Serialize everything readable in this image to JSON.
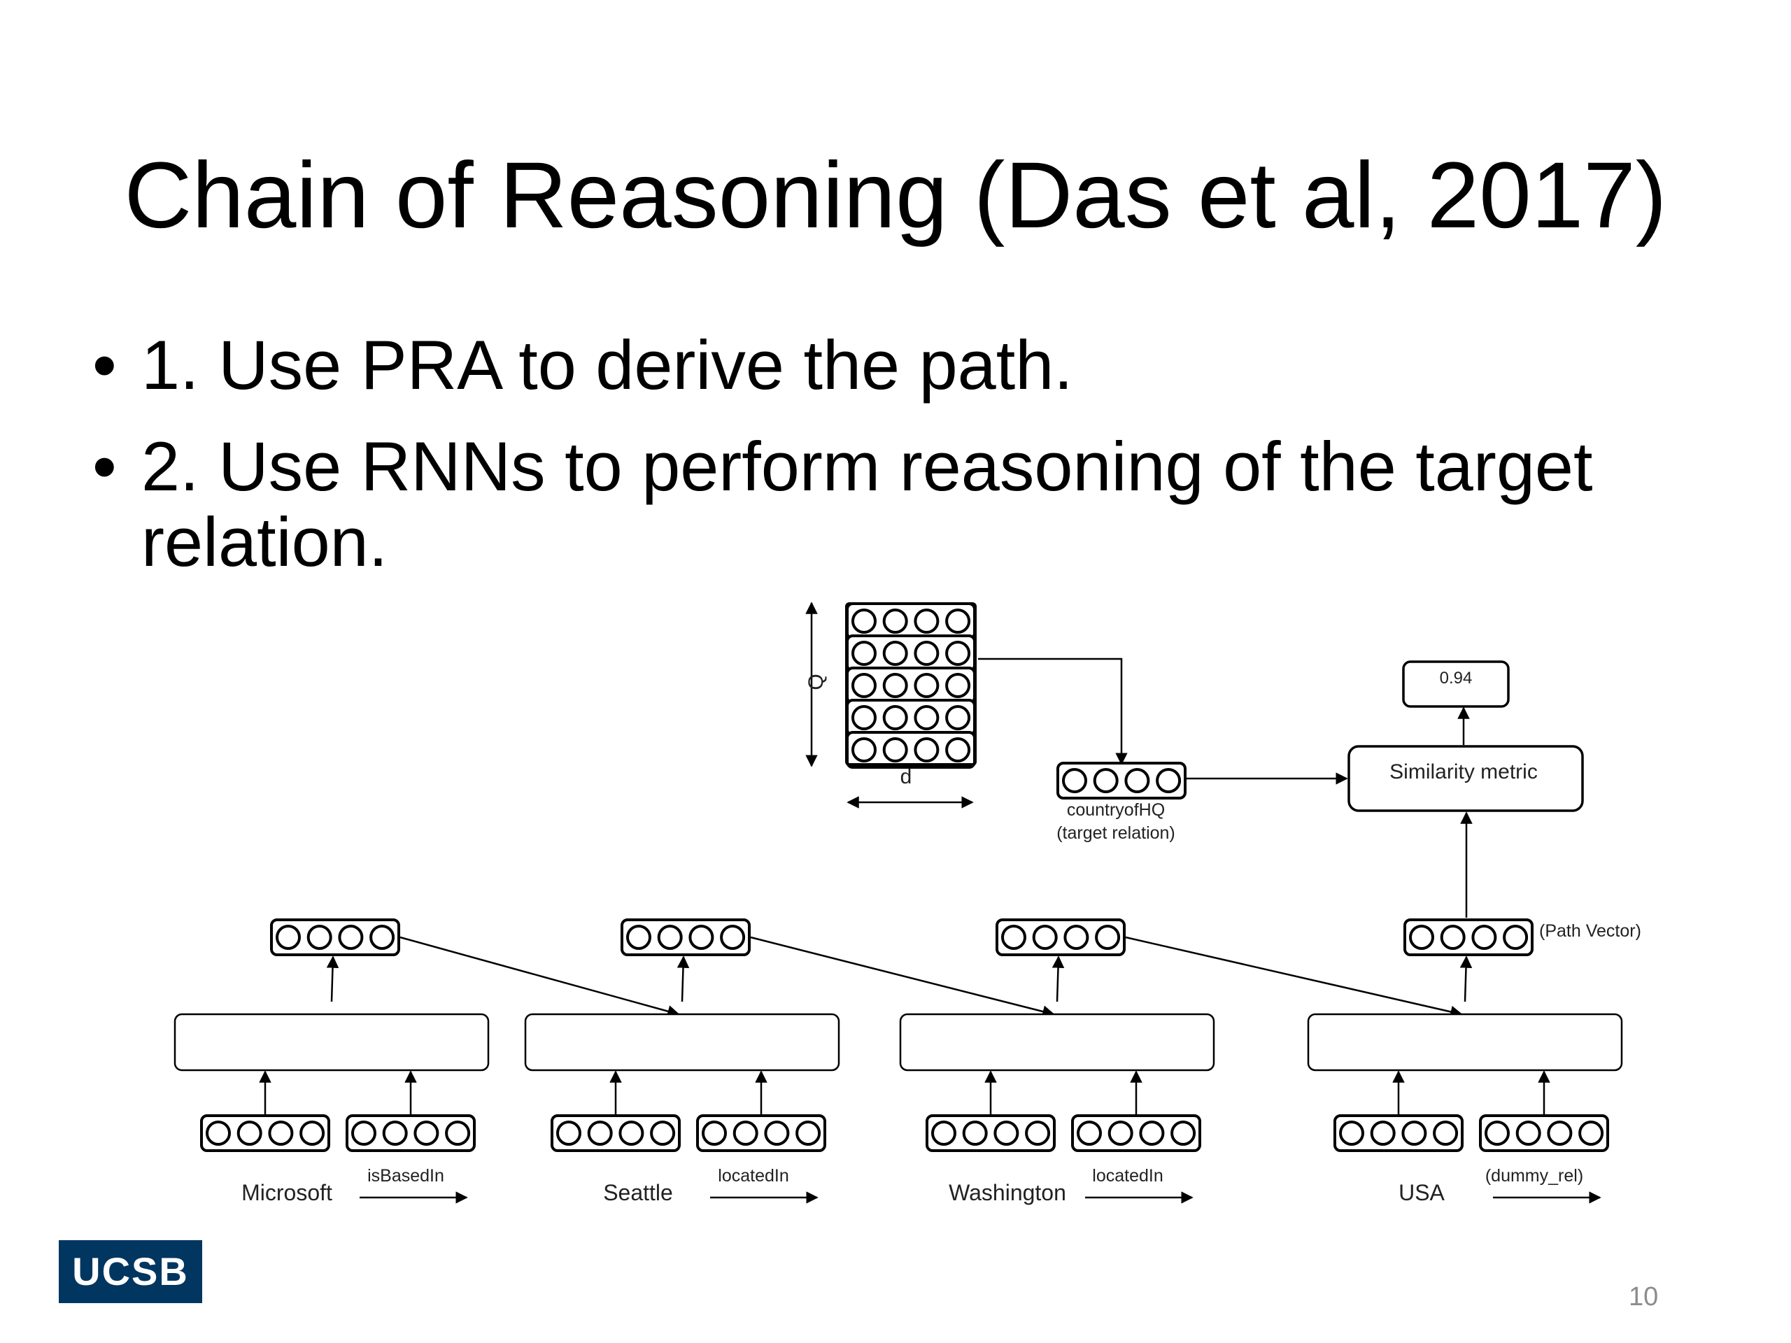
{
  "slide": {
    "title": "Chain of Reasoning (Das et al, 2017)",
    "bullet_symbol": "•",
    "bullets": [
      "1. Use PRA to derive the path.",
      "2. Use RNNs to perform reasoning of the target relation."
    ],
    "page_number": "10",
    "logo_text": "UCSB"
  },
  "diagram": {
    "relation_matrix": {
      "height_label": "Q",
      "width_label": "d"
    },
    "target_relation": {
      "name": "countryofHQ",
      "note": "(target relation)"
    },
    "similarity_label": "Similarity metric",
    "score": "0.94",
    "path_vector_label": "(Path Vector)",
    "steps": [
      {
        "entity": "Microsoft",
        "relation": "isBasedIn"
      },
      {
        "entity": "Seattle",
        "relation": "locatedIn"
      },
      {
        "entity": "Washington",
        "relation": "locatedIn"
      },
      {
        "entity": "USA",
        "relation": "(dummy_rel)"
      }
    ]
  },
  "colors": {
    "logo_background": "#003660",
    "logo_text": "#ffffff",
    "page_number": "#8c8c8c",
    "diagram_stroke": "#000000"
  }
}
